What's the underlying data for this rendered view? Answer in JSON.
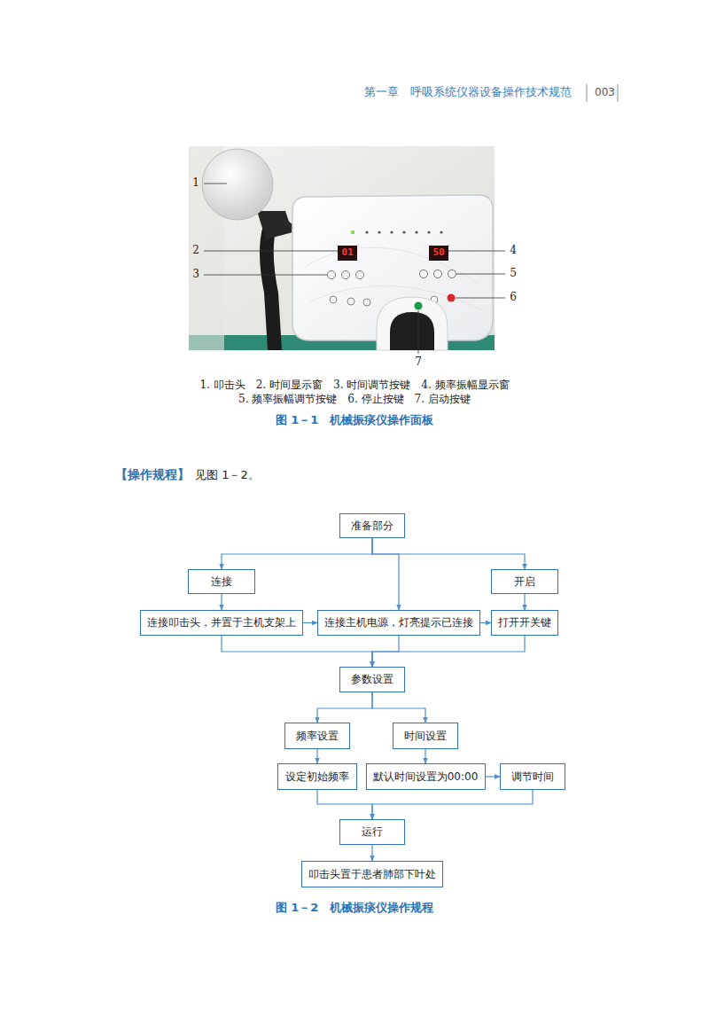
{
  "diagram": {
    "caption": "图 1－2　机械振痰仪操作规程",
    "nodes": [
      {
        "text": [
          "准备部分"
        ]
      },
      {
        "text": [
          "连接"
        ]
      },
      {
        "text": [
          "开启"
        ]
      },
      {
        "text": [
          "连接叩击头，并置于主机支架上"
        ]
      },
      {
        "text": [
          "连接主机电源，灯亮提示已连接"
        ]
      },
      {
        "text": [
          "打开开关键"
        ]
      },
      {
        "text": [
          "参数设置"
        ]
      },
      {
        "text": [
          "频率设置"
        ]
      },
      {
        "text": [
          "时间设置"
        ]
      },
      {
        "text": [
          "设定初始频率"
        ]
      },
      {
        "text": [
          "默认时间设置为00:00"
        ]
      },
      {
        "text": [
          "调节时间"
        ]
      },
      {
        "text": [
          "运行"
        ]
      },
      {
        "text": [
          "叩击头置于患者肺部下叶处"
        ]
      }
    ],
    "edges": [
      {
        "from": 0,
        "to": 1,
        "arrow": "to"
      },
      {
        "from": 0,
        "to": 4,
        "arrow": "to"
      },
      {
        "from": 0,
        "to": 2,
        "arrow": "to"
      },
      {
        "from": 1,
        "to": 3,
        "arrow": "to"
      },
      {
        "from": 3,
        "to": 4,
        "arrow": "to"
      },
      {
        "from": 4,
        "to": 5,
        "arrow": "to"
      },
      {
        "from": 2,
        "to": 5,
        "arrow": "to"
      },
      {
        "from": 3,
        "to": 6,
        "arrow": "to"
      },
      {
        "from": 4,
        "to": 6,
        "arrow": "to"
      },
      {
        "from": 5,
        "to": 6,
        "arrow": "to"
      },
      {
        "from": 6,
        "to": 7,
        "arrow": "to"
      },
      {
        "from": 6,
        "to": 8,
        "arrow": "to"
      },
      {
        "from": 7,
        "to": 9,
        "arrow": "to"
      },
      {
        "from": 8,
        "to": 10,
        "arrow": "to"
      },
      {
        "from": 10,
        "to": 11,
        "arrow": "to"
      },
      {
        "from": 9,
        "to": 12,
        "arrow": "to"
      },
      {
        "from": 11,
        "to": 12,
        "arrow": "to"
      },
      {
        "from": 12,
        "to": 13,
        "arrow": "to"
      }
    ],
    "labels": [
      "第一章　呼吸系统仪器设备操作技术规范",
      "003",
      "1",
      "2",
      "3",
      "4",
      "5",
      "6",
      "7",
      "01",
      "50",
      "1. 叩击头　2. 时间显示窗　3. 时间调节按键　4. 频率振幅显示窗",
      "5. 频率振幅调节按键　6. 停止按键　7. 启动按键",
      "图 1－1　机械振痰仪操作面板",
      "【操作规程】",
      "见图 1－2。"
    ]
  }
}
